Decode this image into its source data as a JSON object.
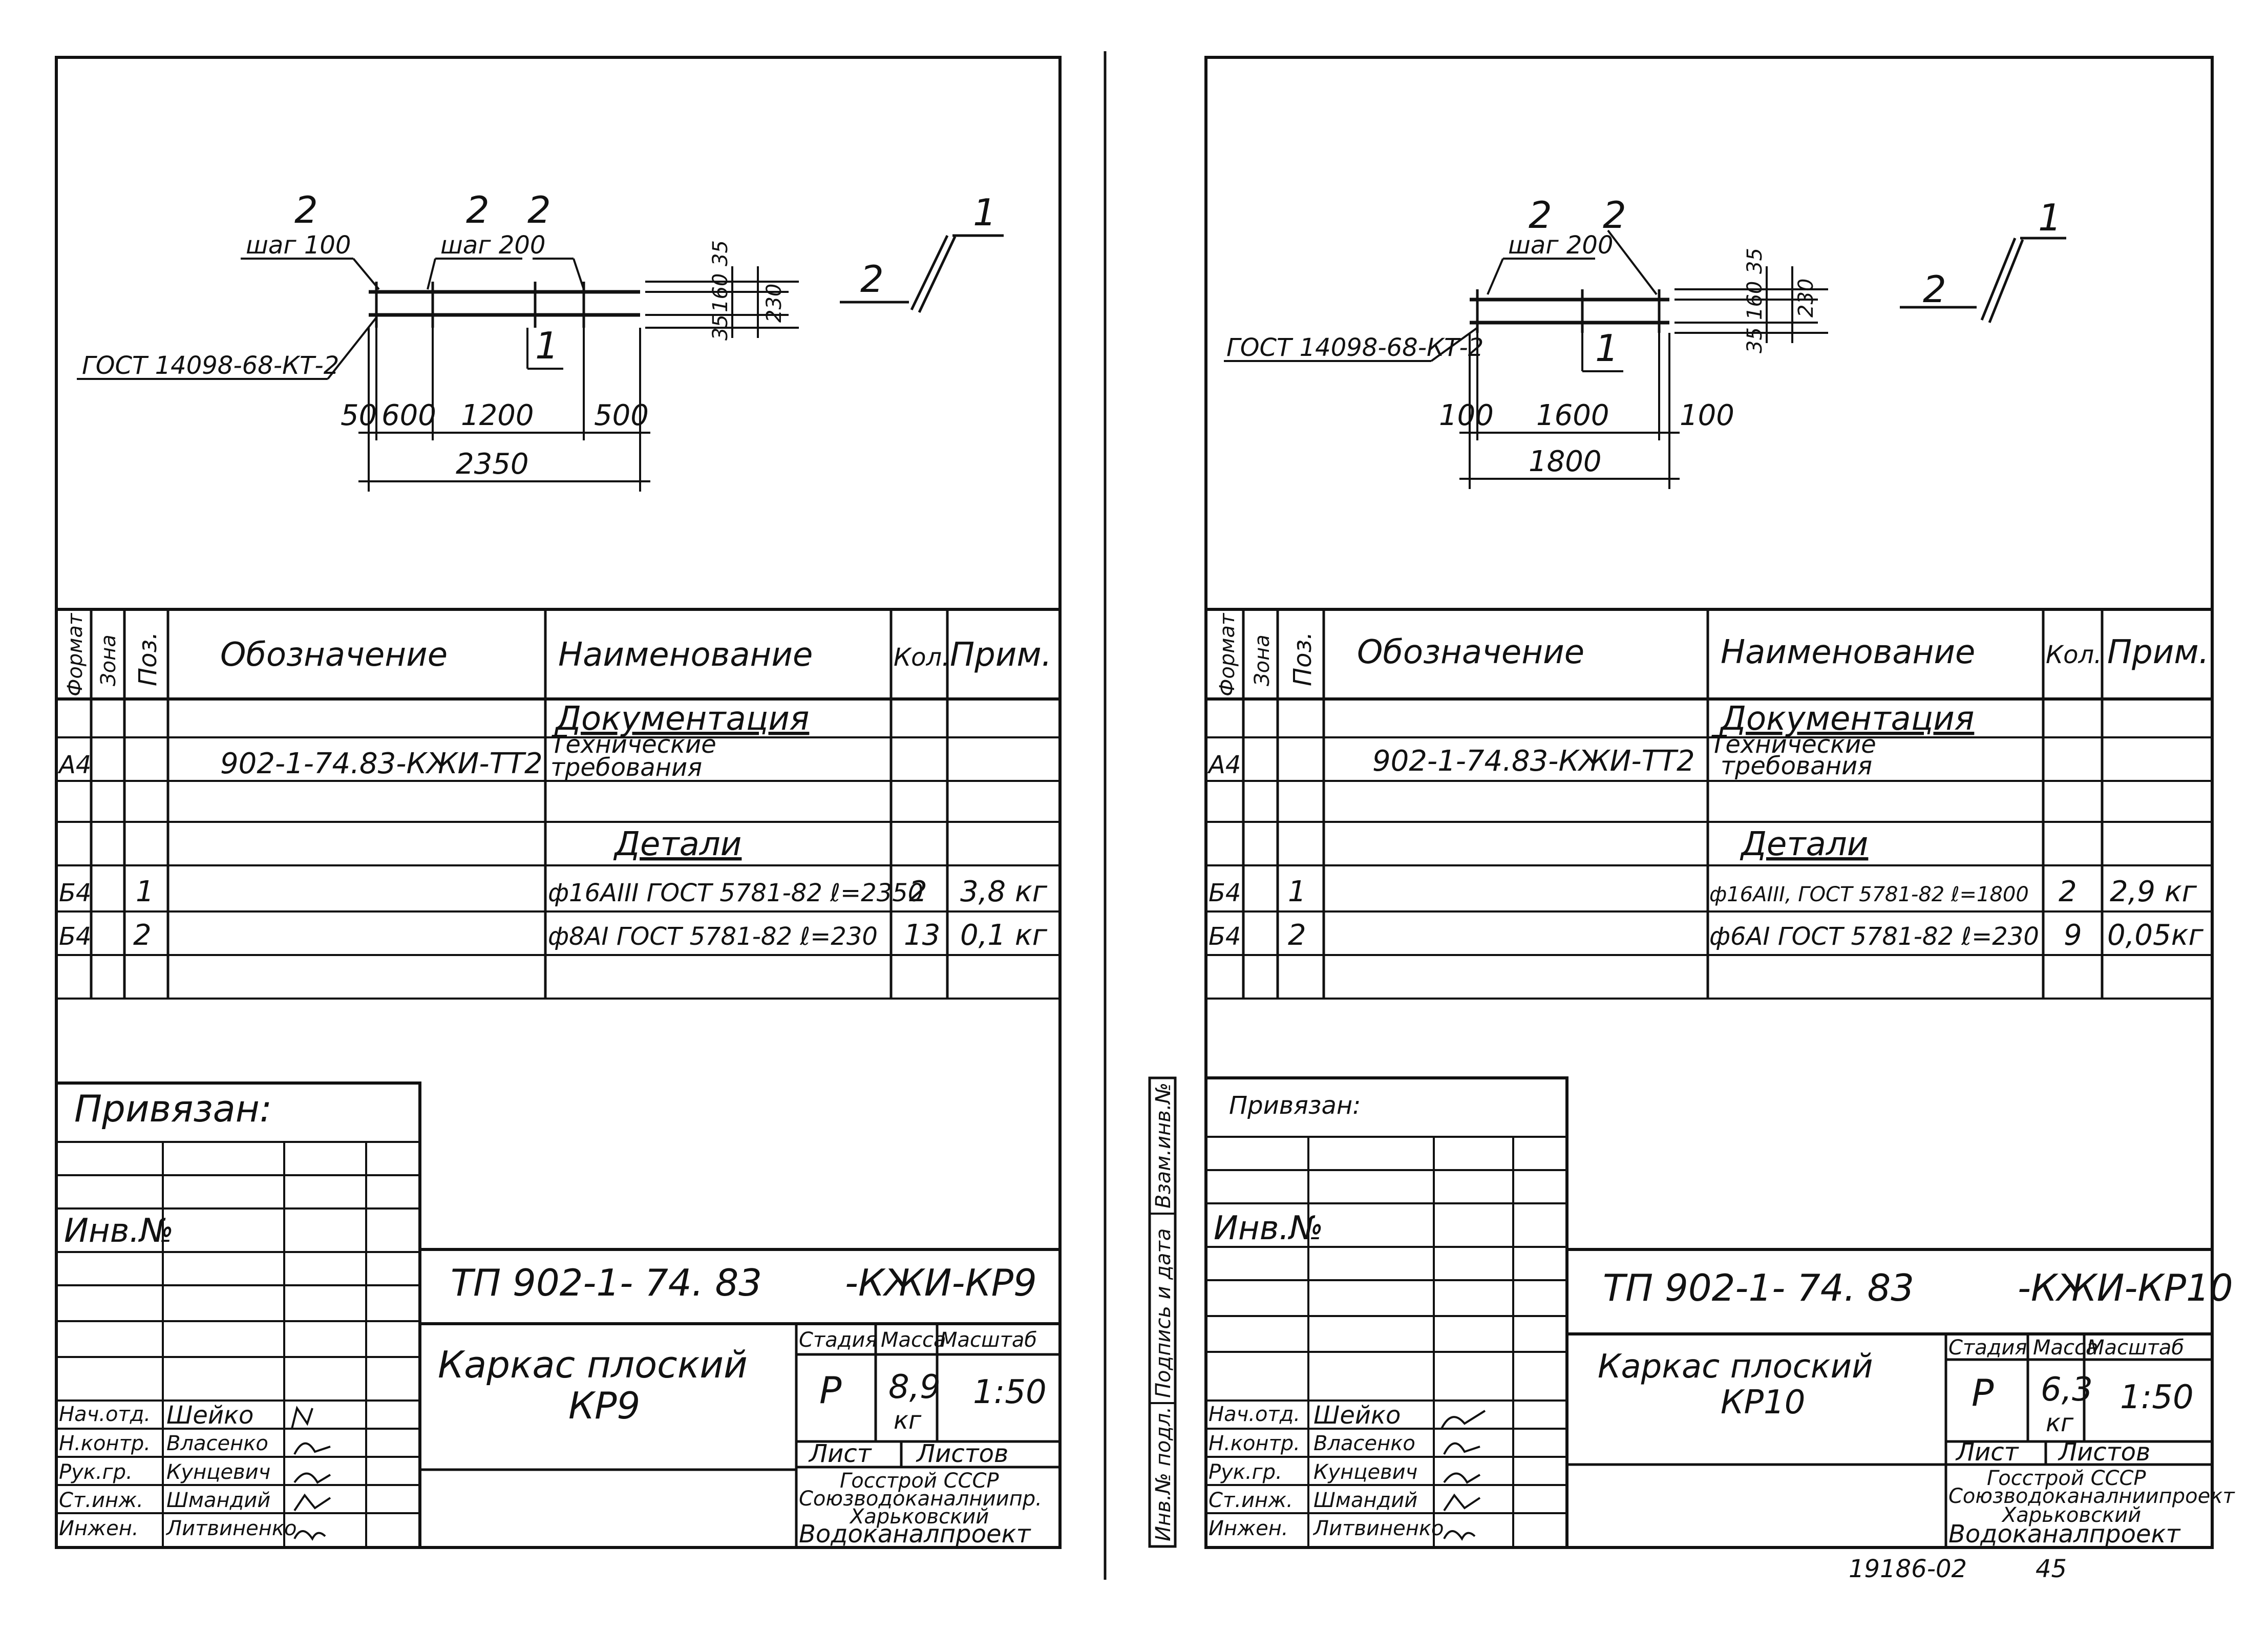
{
  "sheets": [
    {
      "drawing": {
        "callouts": [
          "2",
          "2",
          "2"
        ],
        "pitch_left": "шаг 100",
        "pitch_mid": "шаг 200",
        "gost_label": "ГОСТ 14098-68-КТ-2",
        "section_mark": "1",
        "dims_bottom": [
          "50",
          "600",
          "1200",
          "500"
        ],
        "dim_total": "2350",
        "dims_right": [
          "35",
          "160",
          "35",
          "230"
        ],
        "detail_marks": [
          "2",
          "1"
        ]
      },
      "spec": {
        "headers": [
          "Формат",
          "Зона",
          "Поз.",
          "Обозначение",
          "Наименование",
          "Кол.",
          "Прим."
        ],
        "doc_section": "Документация",
        "doc_row": {
          "format": "А4",
          "designation": "902-1-74.83-КЖИ-ТТ2",
          "name_line1": "Технические",
          "name_line2": "требования"
        },
        "details_section": "Детали",
        "rows": [
          {
            "format": "Б4",
            "pos": "1",
            "name": "ф16АIII ГОСТ 5781-82 ℓ=2350",
            "qty": "2",
            "note": "3,8 кг"
          },
          {
            "format": "Б4",
            "pos": "2",
            "name": "ф8АI ГОСТ 5781-82 ℓ=230",
            "qty": "13",
            "note": "0,1 кг"
          }
        ]
      },
      "stamp": {
        "bound_label": "Привязан:",
        "inv_label": "Инв.№",
        "doc_code": "ТП 902-1- 74. 83",
        "doc_suffix": "-КЖИ-КР9",
        "title_line1": "Каркас плоский",
        "title_line2": "КР9",
        "col_stage": "Стадия",
        "col_mass": "Масса",
        "col_scale": "Масштаб",
        "stage": "Р",
        "mass": "8,9",
        "mass_unit": "кг",
        "scale": "1:50",
        "sheet_label": "Лист",
        "sheets_label": "Листов",
        "org_line1": "Госстрой СССР",
        "org_line2": "Союзводоканалниипр.",
        "org_line3": "Харьковский",
        "org_line4": "Водоканалпроект",
        "people": [
          {
            "role": "Нач.отд.",
            "name": "Шейко"
          },
          {
            "role": "Н.контр.",
            "name": "Власенко"
          },
          {
            "role": "Рук.гр.",
            "name": "Кунцевич"
          },
          {
            "role": "Ст.инж.",
            "name": "Шмандий"
          },
          {
            "role": "Инжен.",
            "name": "Литвиненко"
          }
        ]
      }
    },
    {
      "drawing": {
        "callouts": [
          "2",
          "2"
        ],
        "pitch_mid": "шаг 200",
        "gost_label": "ГОСТ 14098-68-КТ-2",
        "section_mark": "1",
        "dims_bottom": [
          "100",
          "1600",
          "100"
        ],
        "dim_total": "1800",
        "dims_right": [
          "35",
          "160",
          "35",
          "230"
        ],
        "detail_marks": [
          "2",
          "1"
        ]
      },
      "spec": {
        "headers": [
          "Формат",
          "Зона",
          "Поз.",
          "Обозначение",
          "Наименование",
          "Кол.",
          "Прим."
        ],
        "doc_section": "Документация",
        "doc_row": {
          "format": "А4",
          "designation": "902-1-74.83-КЖИ-ТТ2",
          "name_line1": "Технические",
          "name_line2": "требования"
        },
        "details_section": "Детали",
        "rows": [
          {
            "format": "Б4",
            "pos": "1",
            "name": "ф16АIII, ГОСТ 5781-82 ℓ=1800",
            "qty": "2",
            "note": "2,9 кг"
          },
          {
            "format": "Б4",
            "pos": "2",
            "name": "ф6АI ГОСТ 5781-82 ℓ=230",
            "qty": "9",
            "note": "0,05кг"
          }
        ]
      },
      "stamp": {
        "bound_label": "Привязан:",
        "inv_label": "Инв.№",
        "doc_code": "ТП 902-1- 74. 83",
        "doc_suffix": "-КЖИ-КР10",
        "title_line1": "Каркас плоский",
        "title_line2": "КР10",
        "col_stage": "Стадия",
        "col_mass": "Масса",
        "col_scale": "Масштаб",
        "stage": "Р",
        "mass": "6,3",
        "mass_unit": "кг",
        "scale": "1:50",
        "sheet_label": "Лист",
        "sheets_label": "Листов",
        "org_line1": "Госстрой СССР",
        "org_line2": "Союзводоканалниипроект",
        "org_line3": "Харьковский",
        "org_line4": "Водоканалпроект",
        "people": [
          {
            "role": "Нач.отд.",
            "name": "Шейко"
          },
          {
            "role": "Н.контр.",
            "name": "Власенко"
          },
          {
            "role": "Рук.гр.",
            "name": "Кунцевич"
          },
          {
            "role": "Ст.инж.",
            "name": "Шмандий"
          },
          {
            "role": "Инжен.",
            "name": "Литвиненко"
          }
        ],
        "side_labels": [
          "Инв.№ подл.",
          "Подпись и дата",
          "Взам.инв.№"
        ]
      }
    }
  ],
  "footer": {
    "archive_no": "19186-02",
    "page_no": "45"
  }
}
